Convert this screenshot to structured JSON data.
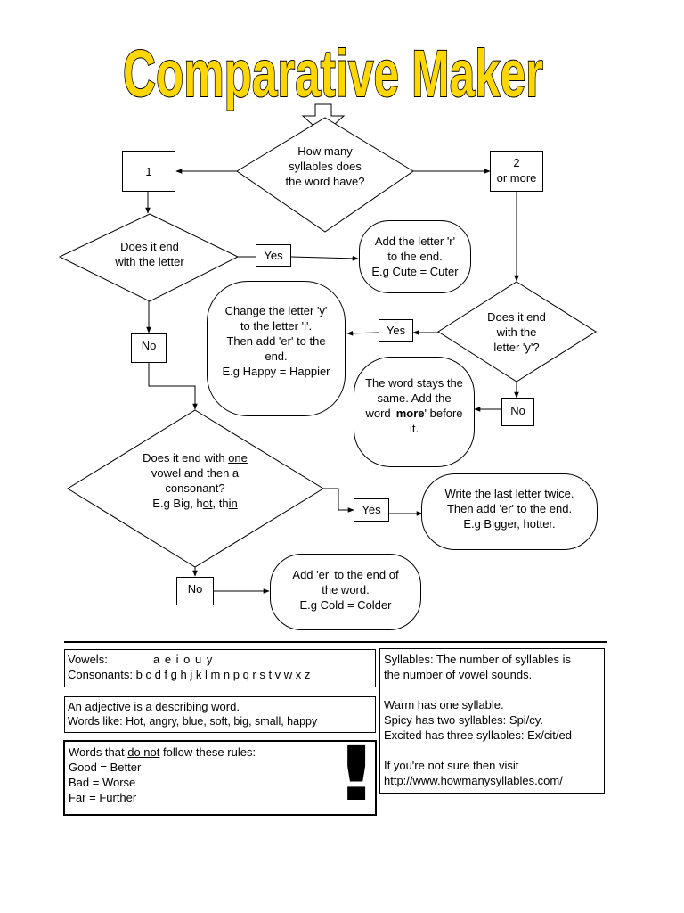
{
  "title": "Comparative Maker",
  "flowchart": {
    "start_question": [
      "How many",
      "syllables does",
      "the word have?"
    ],
    "one_syllable": "1",
    "two_or_more": [
      "2",
      "or more"
    ],
    "end_with_letter_question": [
      "Does it end",
      "with the letter"
    ],
    "yes_add_r": "Yes",
    "add_r_rule": [
      "Add the letter 'r'",
      "to the end.",
      "E.g Cute = Cuter"
    ],
    "no_after_letter": "No",
    "end_with_y_question": [
      "Does it end",
      "with the",
      "letter 'y'?"
    ],
    "yes_change_y": "Yes",
    "change_y_rule": [
      "Change the letter 'y'",
      "to the letter 'i'.",
      "Then add 'er' to the",
      "end.",
      "E.g Happy = Happier"
    ],
    "no_after_y": "No",
    "more_rule": {
      "line1": "The word stays the",
      "line2": "same.  Add the",
      "line3_pre": "word '",
      "line3_bold": "more",
      "line3_post": "' before",
      "line4": "it."
    },
    "cvc_question": {
      "line1_pre": "Does it end with ",
      "line1_u": "one",
      "line2": "vowel and then a",
      "line3": "consonant?",
      "ex_pre": "E.g Bi",
      "ex_u1": "g",
      "ex_sep1": ", h",
      "ex_u2": "ot",
      "ex_sep2": ", th",
      "ex_u3": "in"
    },
    "yes_double": "Yes",
    "double_rule": [
      "Write the last letter twice.",
      "Then add 'er' to the end.",
      "E.g Bigger, hotter."
    ],
    "no_after_cvc": "No",
    "add_er_rule": [
      "Add 'er' to the end of",
      "the word.",
      "E.g Cold = Colder"
    ]
  },
  "info": {
    "vowels_label": "Vowels:",
    "vowels": "a e i o u y",
    "consonants_label": "Consonants:",
    "consonants": "b c d f g h j k l m n p q r s t v w x z",
    "adjective_line1": "An adjective is a describing word.",
    "adjective_line2": "Words like: Hot, angry, blue, soft, big, small, happy",
    "exceptions_pre": "Words that ",
    "exceptions_u": "do not",
    "exceptions_post": " follow these rules:",
    "exceptions": [
      "Good = Better",
      "Bad = Worse",
      "Far = Further"
    ],
    "exclamation": "!",
    "syllables_def": [
      "Syllables: The number of syllables is",
      "the number of vowel sounds."
    ],
    "syllable_examples": [
      "Warm has one syllable.",
      "Spicy has two syllables: Spi/cy.",
      "Excited has three syllables: Ex/cit/ed"
    ],
    "visit": [
      "If you're not sure then visit",
      "http://www.howmanysyllables.com/"
    ]
  },
  "colors": {
    "title_fill": "#FFD700",
    "title_stroke": "#000000",
    "line": "#000000",
    "background": "#FFFFFF"
  }
}
